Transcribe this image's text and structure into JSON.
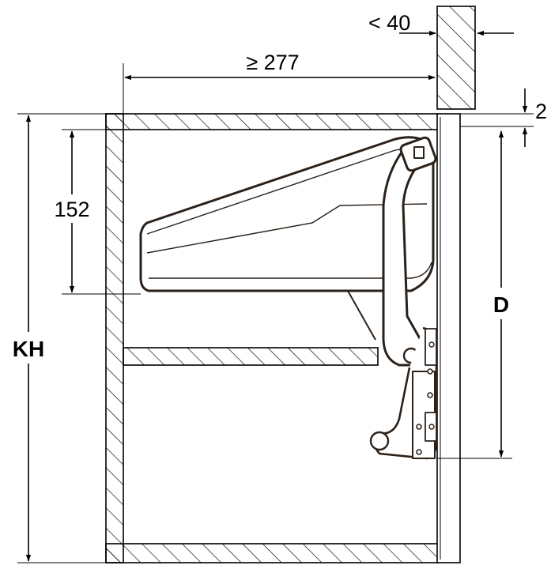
{
  "dimensions": {
    "cover_gap": "< 40",
    "min_depth": "≥ 277",
    "top_clearance": "2",
    "mount_height": "152",
    "cabinet_height": "KH",
    "door_offset": "D"
  },
  "colors": {
    "line": "#000000",
    "mechanism": "#2b2118",
    "background": "#ffffff"
  }
}
